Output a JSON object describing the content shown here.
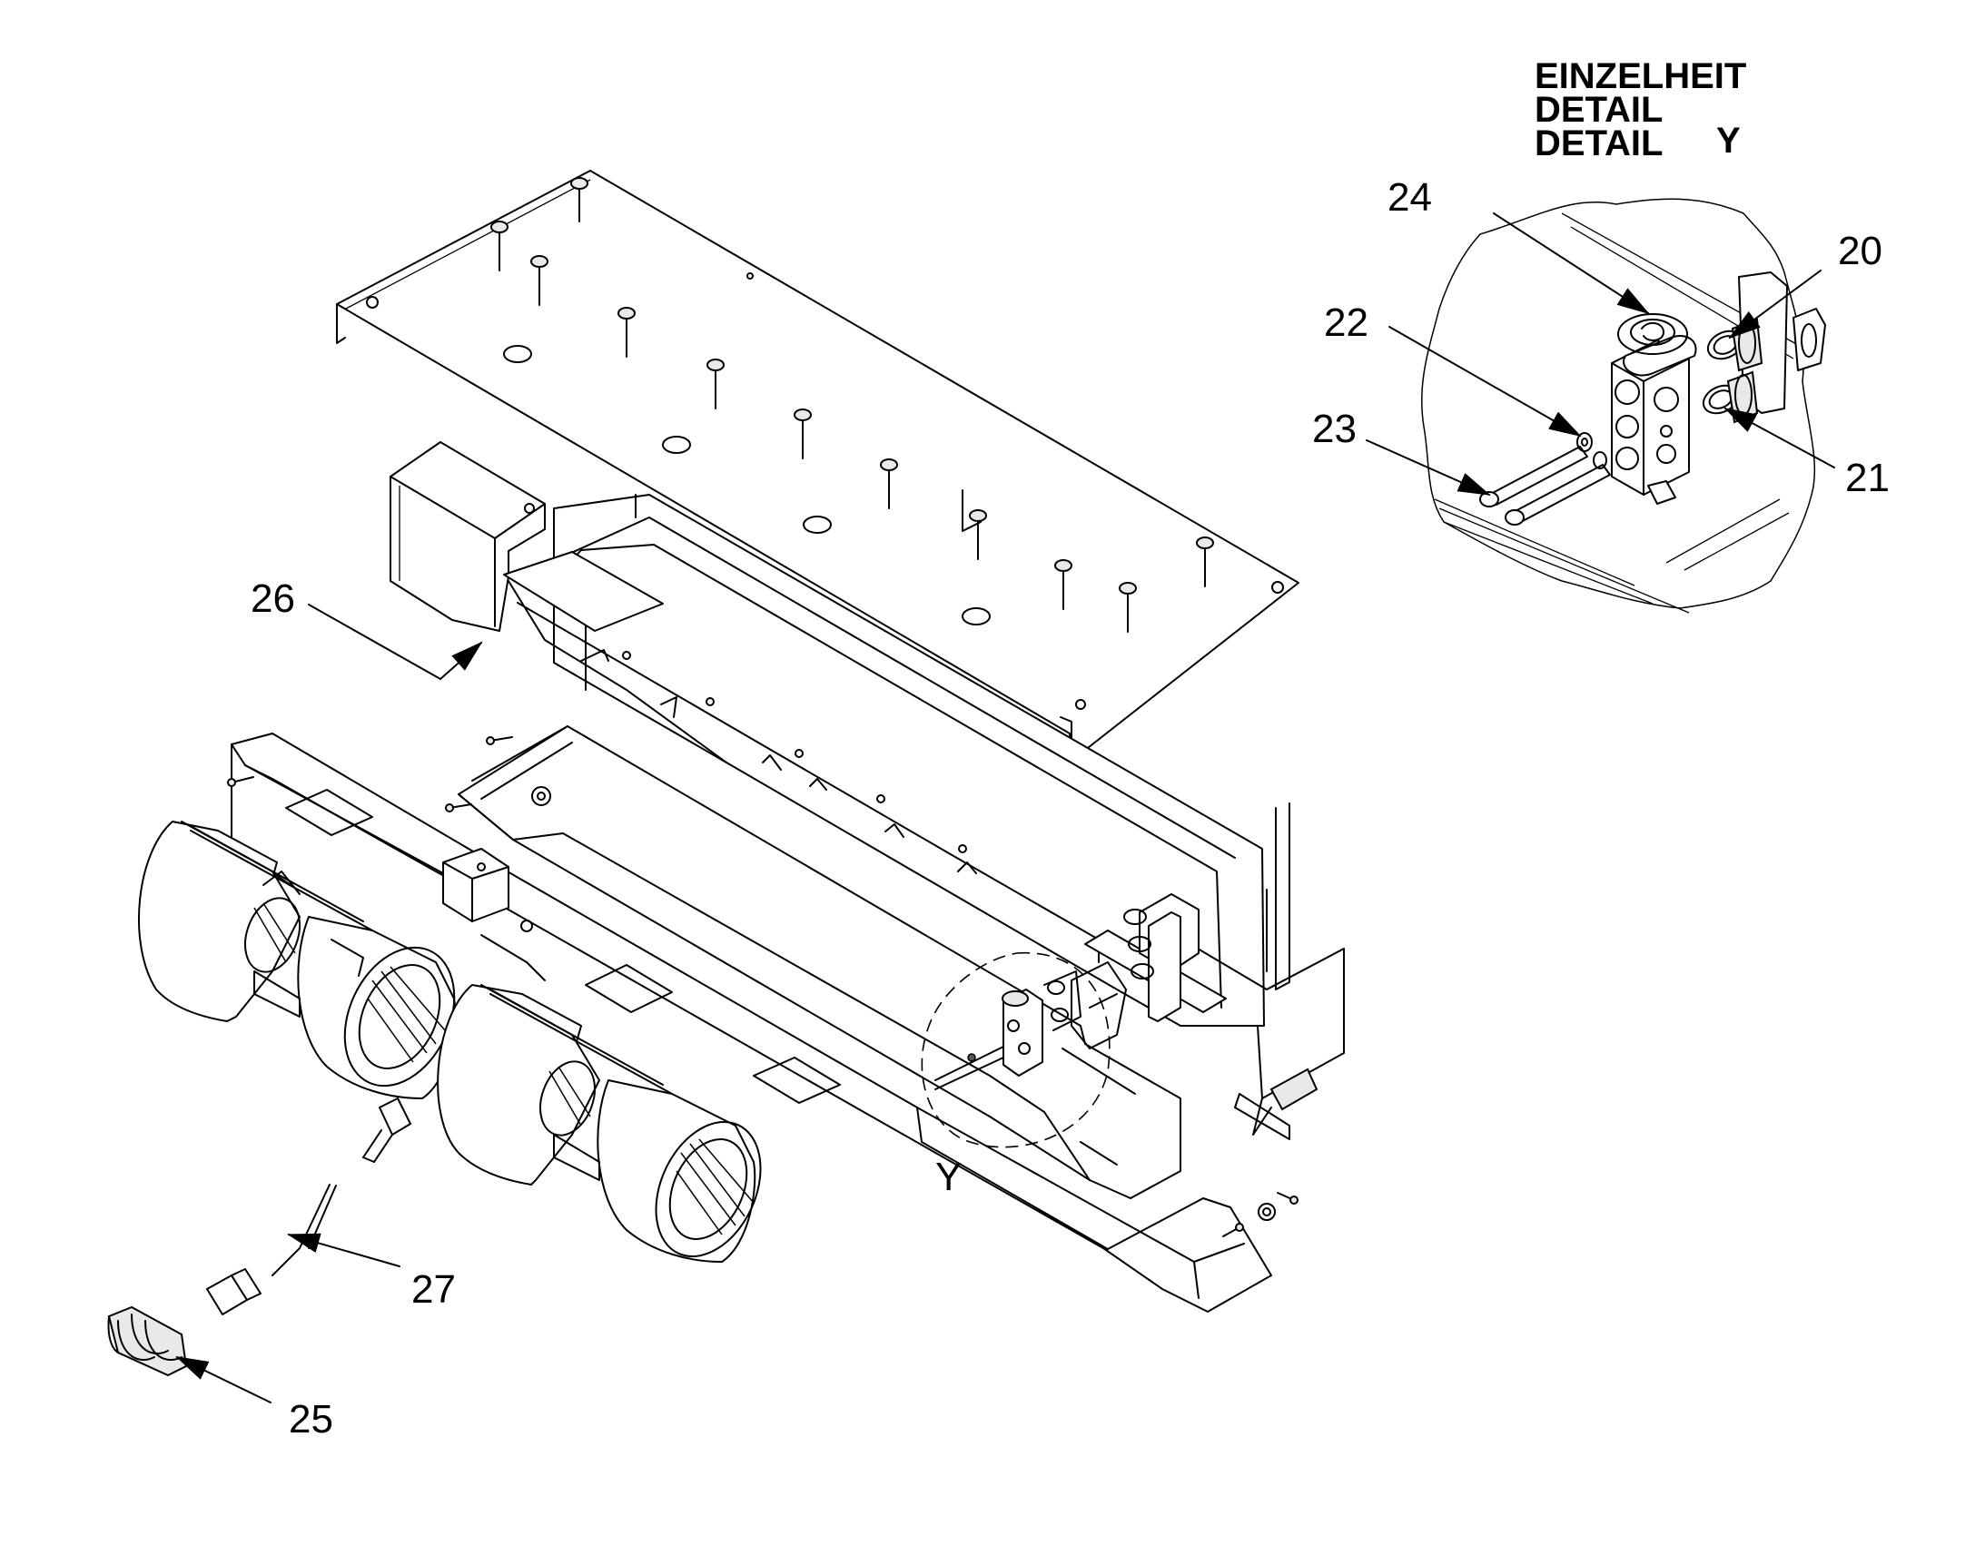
{
  "detail_title": {
    "line1": "EINZELHEIT",
    "line2": "DETAIL",
    "line3": "DETAIL",
    "view_letter": "Y"
  },
  "view_marker": "Y",
  "callouts": [
    {
      "id": "20",
      "text": "20"
    },
    {
      "id": "21",
      "text": "21"
    },
    {
      "id": "22",
      "text": "22"
    },
    {
      "id": "23",
      "text": "23"
    },
    {
      "id": "24",
      "text": "24"
    },
    {
      "id": "25",
      "text": "25"
    },
    {
      "id": "26",
      "text": "26"
    },
    {
      "id": "27",
      "text": "27"
    }
  ]
}
